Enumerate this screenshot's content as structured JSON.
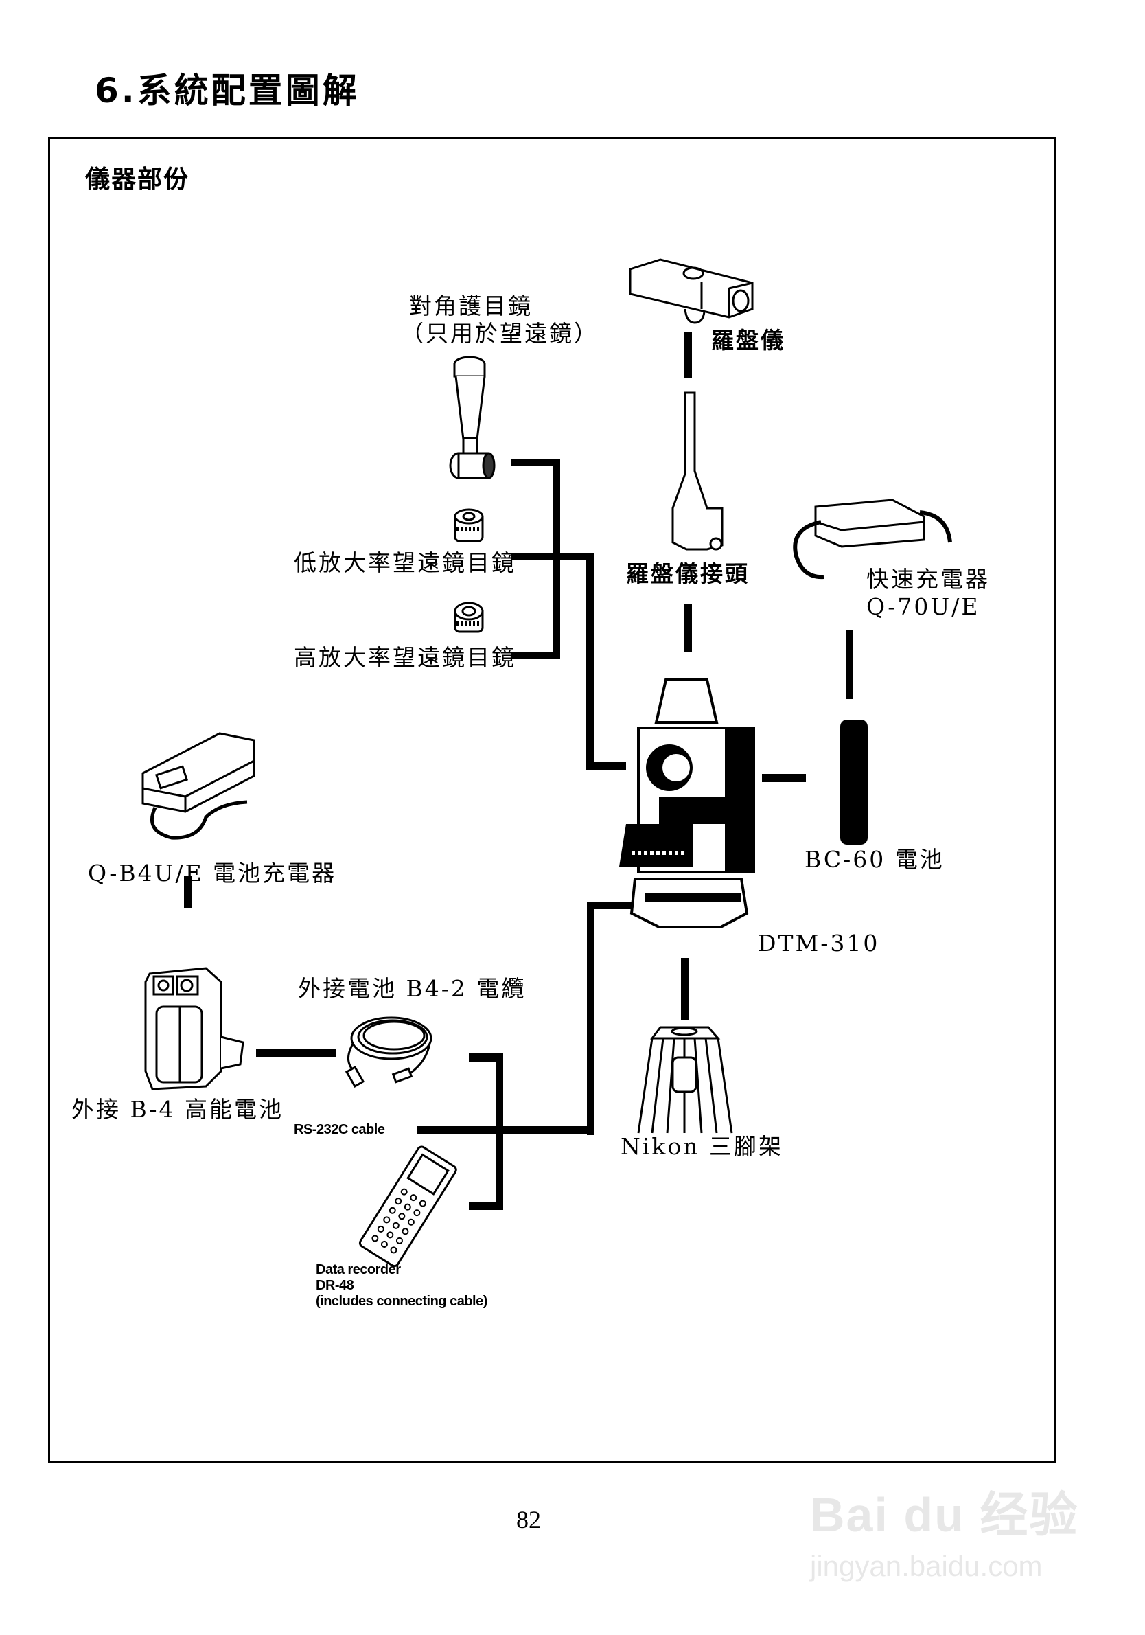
{
  "page": {
    "title": "6.系統配置圖解",
    "section_heading": "儀器部份",
    "page_number": "82"
  },
  "components": {
    "diagonal_eyepiece": {
      "line1": "對角護目鏡",
      "line2": "（只用於望遠鏡）"
    },
    "low_mag_eyepiece": "低放大率望遠鏡目鏡",
    "high_mag_eyepiece": "高放大率望遠鏡目鏡",
    "compass": "羅盤儀",
    "compass_adapter": "羅盤儀接頭",
    "quick_charger": {
      "line1": "快速充電器",
      "line2": "Q-70U/E"
    },
    "battery": "BC-60 電池",
    "instrument": "DTM-310",
    "tripod": "Nikon 三腳架",
    "battery_charger": "Q-B4U/E 電池充電器",
    "external_battery": "外接 B-4 高能電池",
    "battery_cable": "外接電池 B4-2 電纜",
    "rs232_cable": "RS-232C cable",
    "data_recorder": {
      "line1": "Data recorder",
      "line2": "DR-48",
      "line3": "(includes connecting cable)"
    }
  },
  "watermark": {
    "brand": "Bai du 经验",
    "url": "jingyan.baidu.com"
  }
}
